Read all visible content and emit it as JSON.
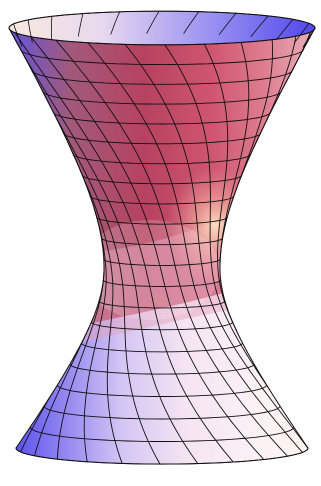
{
  "figure": {
    "surface": "hyperboloid-of-one-sheet",
    "mesh": {
      "rulings": 24,
      "circles": 20
    },
    "colors": {
      "background": "#ffffff",
      "mesh_line": "#111111",
      "shade_blue": "#5a52f0",
      "shade_lavender": "#c2b6f2",
      "shade_white": "#fbf6fb",
      "shade_pink": "#f1a9c8",
      "shade_red": "#c14a68",
      "shade_crimson": "#b53c5c",
      "shade_peach": "#f7d3b1",
      "shade_cream": "#fdf2e6"
    }
  }
}
